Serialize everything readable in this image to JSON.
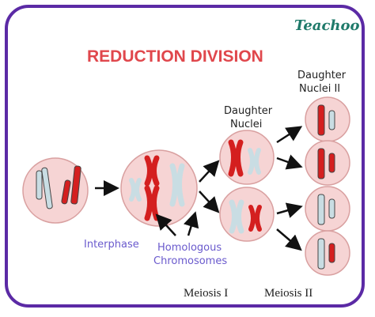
{
  "title": "REDUCTION DIVISION",
  "brand": "Teachoo",
  "labels": {
    "interphase": "Interphase",
    "homologous_line1": "Homologous",
    "homologous_line2": "Chromosomes",
    "daughter_nuclei_line1": "Daughter",
    "daughter_nuclei_line2": "Nuclei",
    "daughter_nuclei_ii_line1": "Daughter",
    "daughter_nuclei_ii_line2": "Nuclei II",
    "meiosis_1": "Meiosis I",
    "meiosis_2": "Meiosis II"
  },
  "colors": {
    "frame": "#5b2aa5",
    "title": "#e0474c",
    "cell_fill": "#f6d4d4",
    "cell_stroke": "#d9a0a0",
    "chromosome_red": "#d41f1f",
    "chromosome_blue": "#c9dde3",
    "brand": "#1f7a6a",
    "label_blue": "#6a5acd"
  }
}
